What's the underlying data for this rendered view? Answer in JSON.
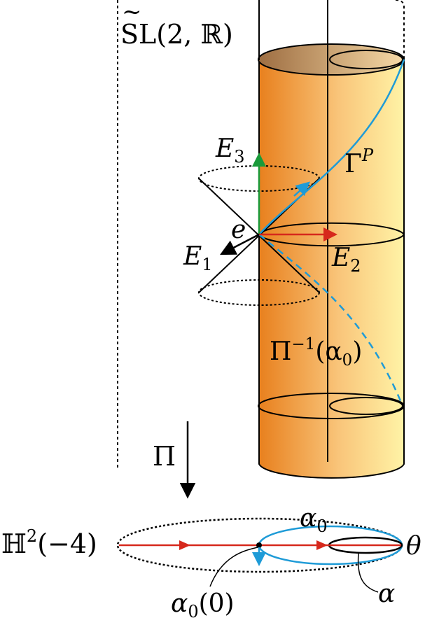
{
  "labels": {
    "sl2r_tilde": "~",
    "sl2r": "SL(2, ℝ)",
    "e3_main": "E",
    "e3_sub": "3",
    "gamma_main": "Γ",
    "gamma_sup": "P",
    "e_label": "e",
    "e1_main": "E",
    "e1_sub": "1",
    "e2_main": "E",
    "e2_sub": "2",
    "pi_inv_main": "Π",
    "pi_inv_sup": "−1",
    "pi_inv_open": "(α",
    "pi_inv_sub": "0",
    "pi_inv_close": ")",
    "projection": "Π",
    "h2": "ℍ",
    "h2_sup": "2",
    "h2_curv": "(−4)",
    "alpha0_main": "α",
    "alpha0_sub": "0",
    "theta": "θ",
    "alpha0_0_main": "α",
    "alpha0_0_sub": "0",
    "alpha0_0_arg": "(0)",
    "alpha": "α"
  },
  "colors": {
    "cylinder_dark": "#e8801e",
    "cylinder_light": "#fff3a6",
    "curve_blue": "#1e9bd7",
    "arrow_red": "#d6281c",
    "arrow_green": "#1a9a3a",
    "ink": "#000000"
  }
}
